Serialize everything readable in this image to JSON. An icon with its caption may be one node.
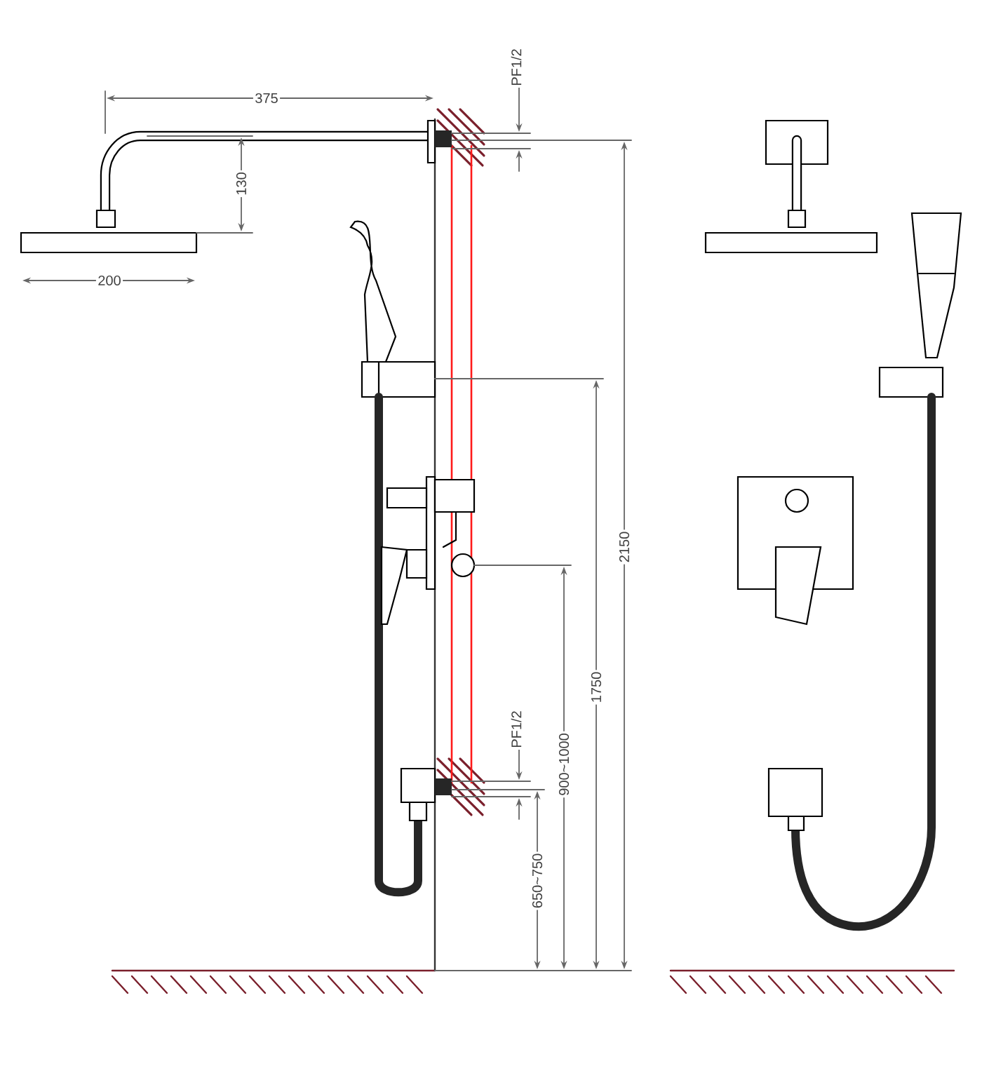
{
  "diagram": {
    "labels": [
      "375",
      "130",
      "200",
      "PF1/2",
      "2150",
      "1750",
      "900~1000",
      "PF1/2",
      "650~750"
    ]
  }
}
